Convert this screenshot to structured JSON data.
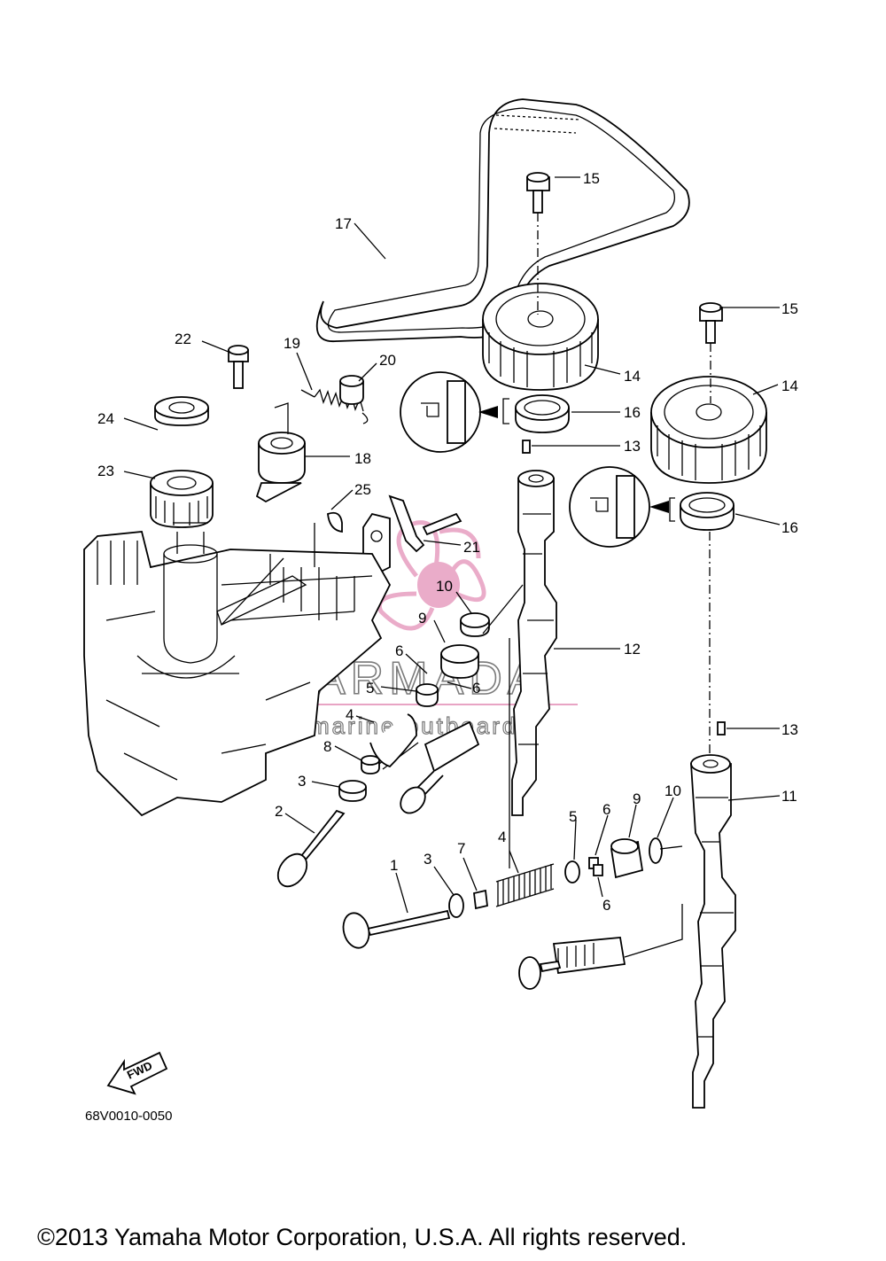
{
  "diagram_code": "68V0010-0050",
  "copyright": "©2013 Yamaha Motor Corporation, U.S.A. All rights reserved.",
  "watermark": {
    "brand": "ARMADA",
    "tagline": "marine outboards",
    "color": "#e8a4c4"
  },
  "fwd_label": "FWD",
  "callouts": [
    {
      "id": "c17",
      "text": "17"
    },
    {
      "id": "c15a",
      "text": "15"
    },
    {
      "id": "c15b",
      "text": "15"
    },
    {
      "id": "c14a",
      "text": "14"
    },
    {
      "id": "c14b",
      "text": "14"
    },
    {
      "id": "c16a",
      "text": "16"
    },
    {
      "id": "c16b",
      "text": "16"
    },
    {
      "id": "c13a",
      "text": "13"
    },
    {
      "id": "c13b",
      "text": "13"
    },
    {
      "id": "c22",
      "text": "22"
    },
    {
      "id": "c19",
      "text": "19"
    },
    {
      "id": "c20",
      "text": "20"
    },
    {
      "id": "c24",
      "text": "24"
    },
    {
      "id": "c23",
      "text": "23"
    },
    {
      "id": "c18",
      "text": "18"
    },
    {
      "id": "c25",
      "text": "25"
    },
    {
      "id": "c21",
      "text": "21"
    },
    {
      "id": "c10a",
      "text": "10"
    },
    {
      "id": "c10b",
      "text": "10"
    },
    {
      "id": "c9a",
      "text": "9"
    },
    {
      "id": "c9b",
      "text": "9"
    },
    {
      "id": "c12",
      "text": "12"
    },
    {
      "id": "c11",
      "text": "11"
    },
    {
      "id": "c6a",
      "text": "6"
    },
    {
      "id": "c6b",
      "text": "6"
    },
    {
      "id": "c6c",
      "text": "6"
    },
    {
      "id": "c6d",
      "text": "6"
    },
    {
      "id": "c5a",
      "text": "5"
    },
    {
      "id": "c5b",
      "text": "5"
    },
    {
      "id": "c4a",
      "text": "4"
    },
    {
      "id": "c4b",
      "text": "4"
    },
    {
      "id": "c8",
      "text": "8"
    },
    {
      "id": "c3a",
      "text": "3"
    },
    {
      "id": "c3b",
      "text": "3"
    },
    {
      "id": "c2",
      "text": "2"
    },
    {
      "id": "c1",
      "text": "1"
    },
    {
      "id": "c7",
      "text": "7"
    }
  ]
}
